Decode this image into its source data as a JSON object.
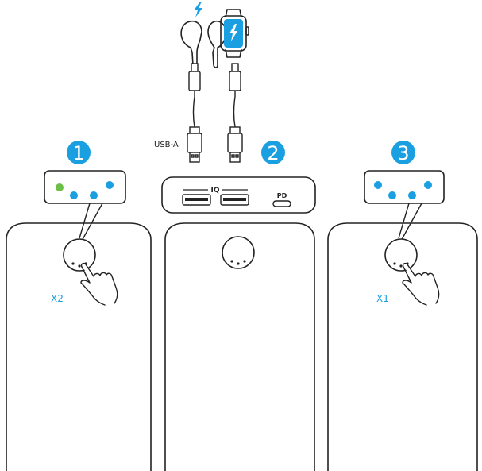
{
  "steps": [
    {
      "number": "1",
      "tap_label": "X2"
    },
    {
      "number": "2"
    },
    {
      "number": "3",
      "tap_label": "X1"
    }
  ],
  "cable": {
    "connector_label": "USB-A"
  },
  "power_bank": {
    "usb_brand": "IQ",
    "usbc_label": "PD"
  },
  "colors": {
    "accent": "#1a9fe0",
    "led_green": "#6bbf45",
    "outline": "#222222"
  },
  "icons": [
    "earbuds-icon",
    "smartwatch-icon",
    "lightning-bolt-icon",
    "lightning-cable-icon",
    "usb-a-connector-icon",
    "tap-hand-icon",
    "led-indicator-icon",
    "power-button-icon"
  ]
}
